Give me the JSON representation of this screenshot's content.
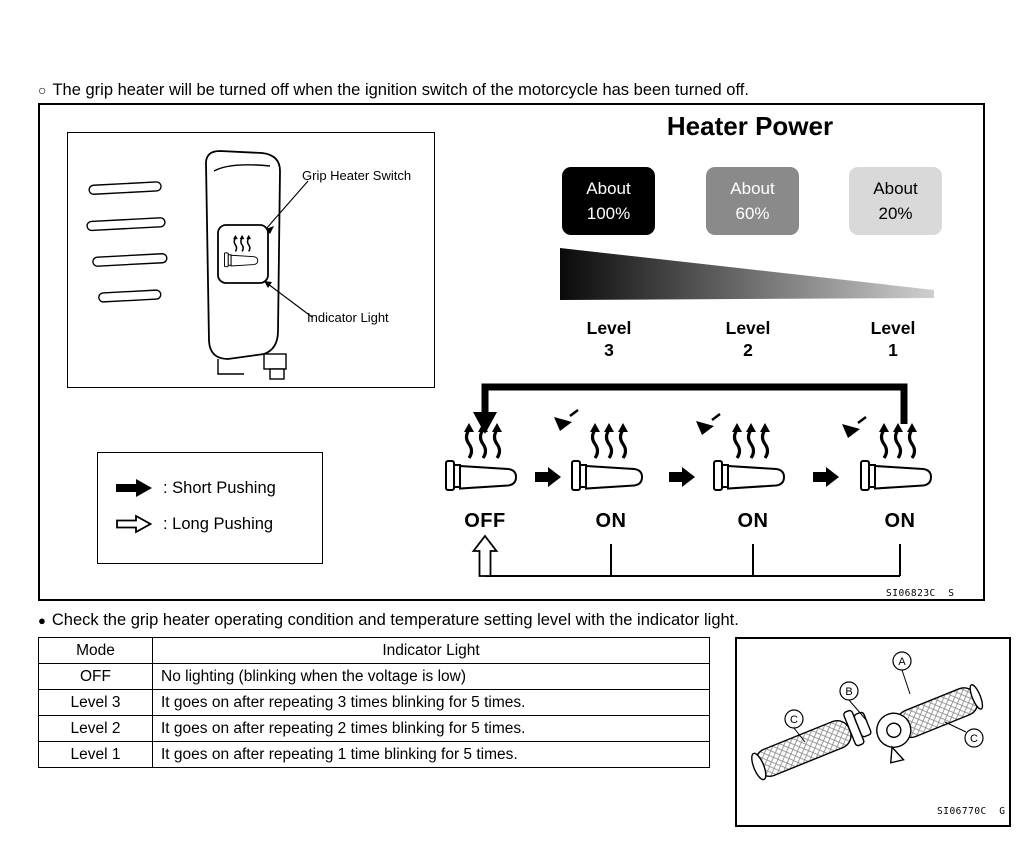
{
  "page": {
    "intro_bullet": "○",
    "intro_text": "The grip heater will be turned off when the ignition switch of the motorcycle has been turned off.",
    "check_bullet": "●",
    "check_text": "Check the grip heater operating condition and temperature setting level with the indicator light."
  },
  "switch_figure": {
    "label_switch": "Grip Heater Switch",
    "label_indicator": "Indicator Light"
  },
  "heater_diagram": {
    "title": "Heater Power",
    "power_boxes": [
      {
        "line1": "About",
        "line2": "100%",
        "bg": "#000000",
        "fg": "#ffffff"
      },
      {
        "line1": "About",
        "line2": "60%",
        "bg": "#8a8a8a",
        "fg": "#ffffff"
      },
      {
        "line1": "About",
        "line2": "20%",
        "bg": "#d9d9d9",
        "fg": "#000000"
      }
    ],
    "levels": [
      {
        "word": "Level",
        "num": "3"
      },
      {
        "word": "Level",
        "num": "2"
      },
      {
        "word": "Level",
        "num": "1"
      }
    ],
    "states": [
      "OFF",
      "ON",
      "ON",
      "ON"
    ],
    "legend": {
      "short_label": ": Short Pushing",
      "long_label": ": Long Pushing"
    },
    "figure_code": "SI06823C  S"
  },
  "table": {
    "headers": [
      "Mode",
      "Indicator Light"
    ],
    "rows": [
      [
        "OFF",
        "No lighting (blinking when the voltage is low)"
      ],
      [
        "Level 3",
        "It goes on after repeating 3 times blinking for 5 times."
      ],
      [
        "Level 2",
        "It goes on after repeating 2 times blinking for 5 times."
      ],
      [
        "Level 1",
        "It goes on after repeating 1 time blinking for 5 times."
      ]
    ]
  },
  "parts_figure": {
    "labels": [
      "A",
      "B",
      "C",
      "C"
    ],
    "figure_code": "SI06770C  G"
  }
}
